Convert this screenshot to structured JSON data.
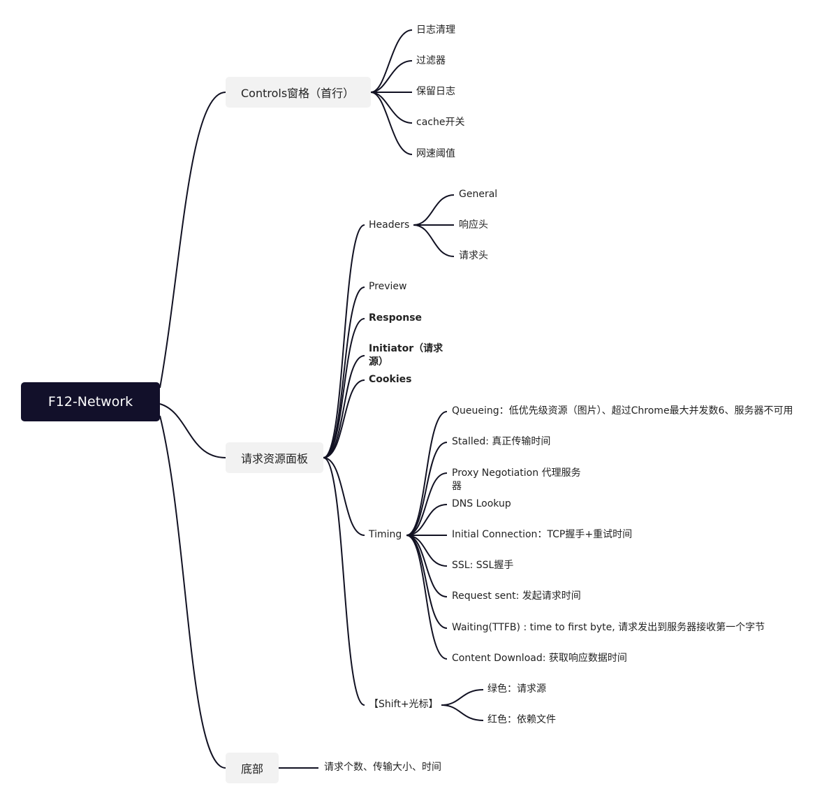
{
  "root": {
    "label": "F12-Network"
  },
  "controls": {
    "label": "Controls窗格（首行）",
    "items": [
      "日志清理",
      "过滤器",
      "保留日志",
      "cache开关",
      "网速阈值"
    ]
  },
  "panel": {
    "label": "请求资源面板",
    "headers": {
      "label": "Headers",
      "items": [
        "General",
        "响应头",
        "请求头"
      ]
    },
    "preview": "Preview",
    "response": "Response",
    "initiator": "Initiator（请求源）",
    "cookies": "Cookies",
    "timing": {
      "label": "Timing",
      "items": [
        "Queueing：低优先级资源（图片）、超过Chrome最大并发数6、服务器不可用",
        "Stalled: 真正传输时间",
        "Proxy Negotiation 代理服务器",
        "DNS Lookup",
        "Initial Connection：TCP握手+重试时间",
        "SSL: SSL握手",
        "Request sent: 发起请求时间",
        "Waiting(TTFB) : time to first byte, 请求发出到服务器接收第一个字节",
        "Content Download: 获取响应数据时间"
      ]
    },
    "shift": {
      "label": "【Shift+光标】",
      "items": [
        "绿色：请求源",
        "红色：依赖文件"
      ]
    }
  },
  "bottom": {
    "label": "底部",
    "items": [
      "请求个数、传输大小、时间"
    ]
  }
}
